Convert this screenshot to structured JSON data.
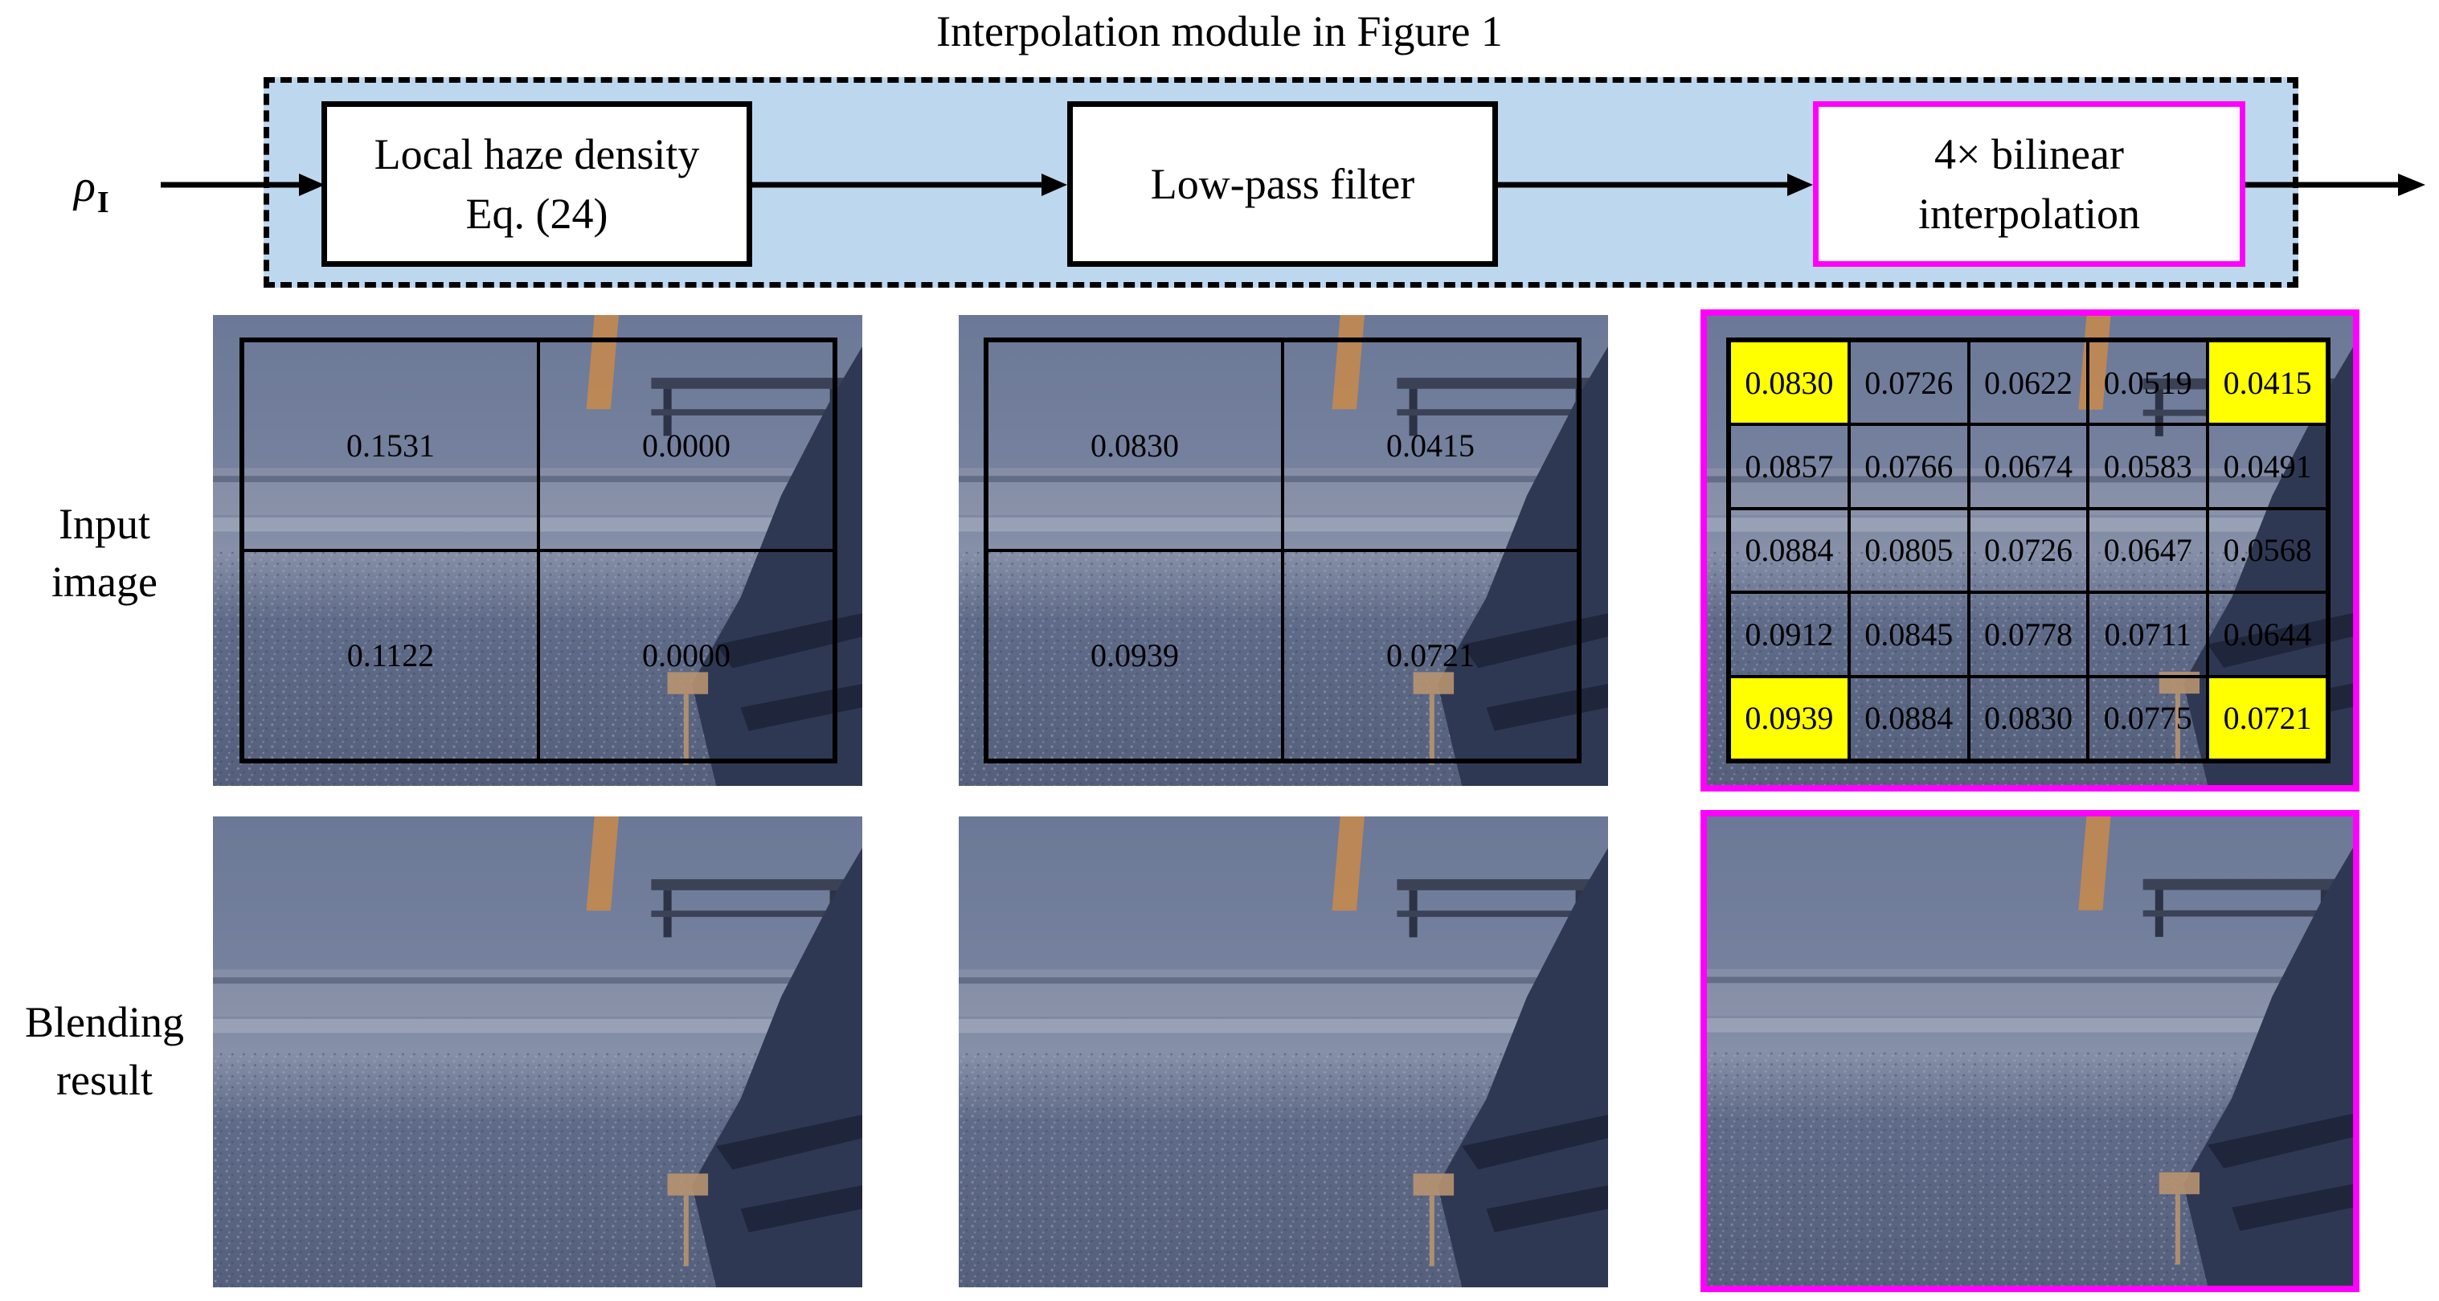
{
  "title": "Interpolation module in Figure 1",
  "input_symbol": "ρ",
  "input_symbol_sub": "I",
  "blocks": [
    {
      "lines": [
        "Local haze density",
        "Eq. (24)"
      ]
    },
    {
      "lines": [
        "Low-pass filter"
      ]
    },
    {
      "lines": [
        "4× bilinear",
        "interpolation"
      ]
    }
  ],
  "rows": [
    {
      "lines": [
        "Input",
        "image"
      ]
    },
    {
      "lines": [
        "Blending",
        "result"
      ]
    }
  ],
  "grid_local": [
    "0.1531",
    "0.0000",
    "0.1122",
    "0.0000"
  ],
  "grid_lowpass": [
    "0.0830",
    "0.0415",
    "0.0939",
    "0.0721"
  ],
  "grid_interp": [
    [
      "0.0830",
      "0.0726",
      "0.0622",
      "0.0519",
      "0.0415"
    ],
    [
      "0.0857",
      "0.0766",
      "0.0674",
      "0.0583",
      "0.0491"
    ],
    [
      "0.0884",
      "0.0805",
      "0.0726",
      "0.0647",
      "0.0568"
    ],
    [
      "0.0912",
      "0.0845",
      "0.0778",
      "0.0711",
      "0.0644"
    ],
    [
      "0.0939",
      "0.0884",
      "0.0830",
      "0.0775",
      "0.0721"
    ]
  ],
  "highlighted_cells": [
    "0-0",
    "0-4",
    "4-0",
    "4-4"
  ],
  "colors": {
    "module_bg": "#bdd7ee",
    "accent": "#ff00ff",
    "highlight": "#ffff00"
  }
}
